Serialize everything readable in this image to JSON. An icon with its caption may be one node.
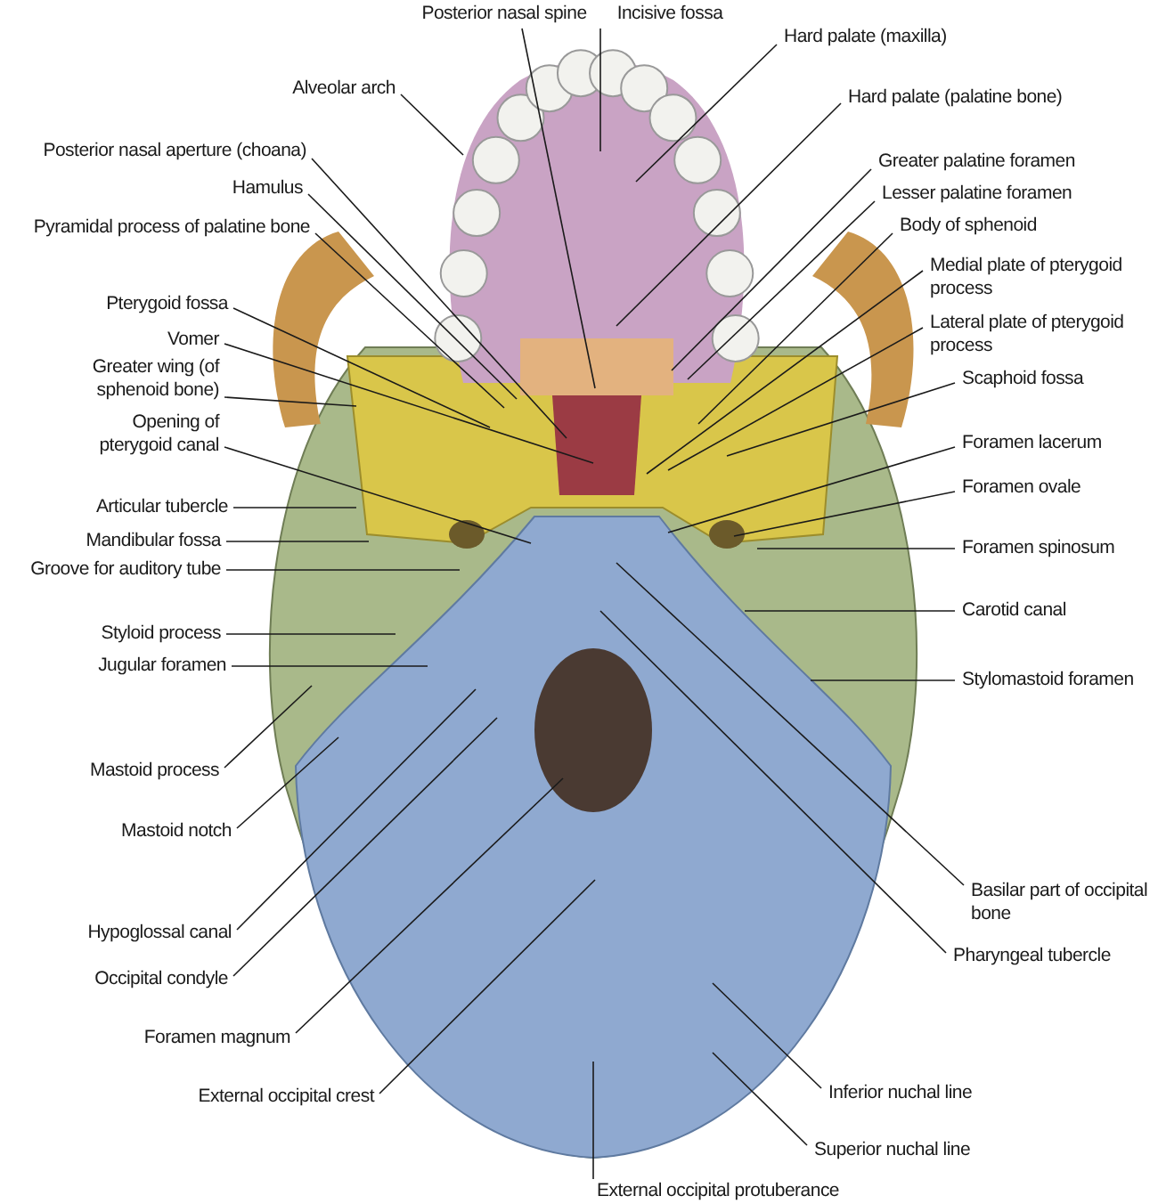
{
  "diagram": {
    "nodes": [
      {
        "text": [
          "Posterior nasal spine"
        ]
      },
      {
        "text": [
          "Incisive fossa"
        ]
      },
      {
        "text": [
          "Hard palate (maxilla)"
        ]
      },
      {
        "text": [
          "Alveolar arch"
        ]
      },
      {
        "text": [
          "Hard palate (palatine bone)"
        ]
      },
      {
        "text": [
          "Posterior nasal aperture (choana)"
        ]
      },
      {
        "text": [
          "Hamulus"
        ]
      },
      {
        "text": [
          "Pyramidal process of palatine bone"
        ]
      },
      {
        "text": [
          "Greater palatine foramen"
        ]
      },
      {
        "text": [
          "Lesser palatine foramen"
        ]
      },
      {
        "text": [
          "Body of sphenoid"
        ]
      },
      {
        "text": [
          "Medial plate of pterygoid process"
        ]
      },
      {
        "text": [
          "Lateral plate of pterygoid process"
        ]
      },
      {
        "text": [
          "Scaphoid fossa"
        ]
      },
      {
        "text": [
          "Foramen lacerum"
        ]
      },
      {
        "text": [
          "Foramen ovale"
        ]
      },
      {
        "text": [
          "Foramen spinosum"
        ]
      },
      {
        "text": [
          "Carotid canal"
        ]
      },
      {
        "text": [
          "Stylomastoid foramen"
        ]
      },
      {
        "text": [
          "Basilar part of occipital bone"
        ]
      },
      {
        "text": [
          "Pharyngeal tubercle"
        ]
      },
      {
        "text": [
          "Inferior nuchal line"
        ]
      },
      {
        "text": [
          "Superior nuchal line"
        ]
      },
      {
        "text": [
          "External occipital protuberance"
        ]
      },
      {
        "text": [
          "Pterygoid fossa"
        ]
      },
      {
        "text": [
          "Vomer"
        ]
      },
      {
        "text": [
          "Greater wing (of sphenoid bone)"
        ]
      },
      {
        "text": [
          "Opening of pterygoid canal"
        ]
      },
      {
        "text": [
          "Articular tubercle"
        ]
      },
      {
        "text": [
          "Mandibular fossa"
        ]
      },
      {
        "text": [
          "Groove for auditory tube"
        ]
      },
      {
        "text": [
          "Styloid process"
        ]
      },
      {
        "text": [
          "Jugular foramen"
        ]
      },
      {
        "text": [
          "Mastoid process"
        ]
      },
      {
        "text": [
          "Mastoid notch"
        ]
      },
      {
        "text": [
          "Hypoglossal canal"
        ]
      },
      {
        "text": [
          "Occipital condyle"
        ]
      },
      {
        "text": [
          "Foramen magnum"
        ]
      },
      {
        "text": [
          "External occipital crest"
        ]
      }
    ],
    "edges": [
      {
        "from": 0,
        "to": null,
        "arrow": "none"
      },
      {
        "from": 1,
        "to": null,
        "arrow": "none"
      },
      {
        "from": 2,
        "to": null,
        "arrow": "none"
      },
      {
        "from": 3,
        "to": null,
        "arrow": "none"
      },
      {
        "from": 4,
        "to": null,
        "arrow": "none"
      },
      {
        "from": 5,
        "to": null,
        "arrow": "none"
      },
      {
        "from": 6,
        "to": null,
        "arrow": "none"
      },
      {
        "from": 7,
        "to": null,
        "arrow": "none"
      },
      {
        "from": 8,
        "to": null,
        "arrow": "none"
      },
      {
        "from": 9,
        "to": null,
        "arrow": "none"
      },
      {
        "from": 10,
        "to": null,
        "arrow": "none"
      },
      {
        "from": 11,
        "to": null,
        "arrow": "none"
      },
      {
        "from": 12,
        "to": null,
        "arrow": "none"
      },
      {
        "from": 13,
        "to": null,
        "arrow": "none"
      },
      {
        "from": 14,
        "to": null,
        "arrow": "none"
      },
      {
        "from": 15,
        "to": null,
        "arrow": "none"
      },
      {
        "from": 16,
        "to": null,
        "arrow": "none"
      },
      {
        "from": 17,
        "to": null,
        "arrow": "none"
      },
      {
        "from": 18,
        "to": null,
        "arrow": "none"
      },
      {
        "from": 19,
        "to": null,
        "arrow": "none"
      },
      {
        "from": 20,
        "to": null,
        "arrow": "none"
      },
      {
        "from": 21,
        "to": null,
        "arrow": "none"
      },
      {
        "from": 22,
        "to": null,
        "arrow": "none"
      },
      {
        "from": 23,
        "to": null,
        "arrow": "none"
      },
      {
        "from": 24,
        "to": null,
        "arrow": "none"
      },
      {
        "from": 25,
        "to": null,
        "arrow": "none"
      },
      {
        "from": 26,
        "to": null,
        "arrow": "none"
      },
      {
        "from": 27,
        "to": null,
        "arrow": "none"
      },
      {
        "from": 28,
        "to": null,
        "arrow": "none"
      },
      {
        "from": 29,
        "to": null,
        "arrow": "none"
      },
      {
        "from": 30,
        "to": null,
        "arrow": "none"
      },
      {
        "from": 31,
        "to": null,
        "arrow": "none"
      },
      {
        "from": 32,
        "to": null,
        "arrow": "none"
      },
      {
        "from": 33,
        "to": null,
        "arrow": "none"
      },
      {
        "from": 34,
        "to": null,
        "arrow": "none"
      },
      {
        "from": 35,
        "to": null,
        "arrow": "none"
      },
      {
        "from": 36,
        "to": null,
        "arrow": "none"
      },
      {
        "from": 37,
        "to": null,
        "arrow": "none"
      },
      {
        "from": 38,
        "to": null,
        "arrow": "none"
      }
    ]
  }
}
